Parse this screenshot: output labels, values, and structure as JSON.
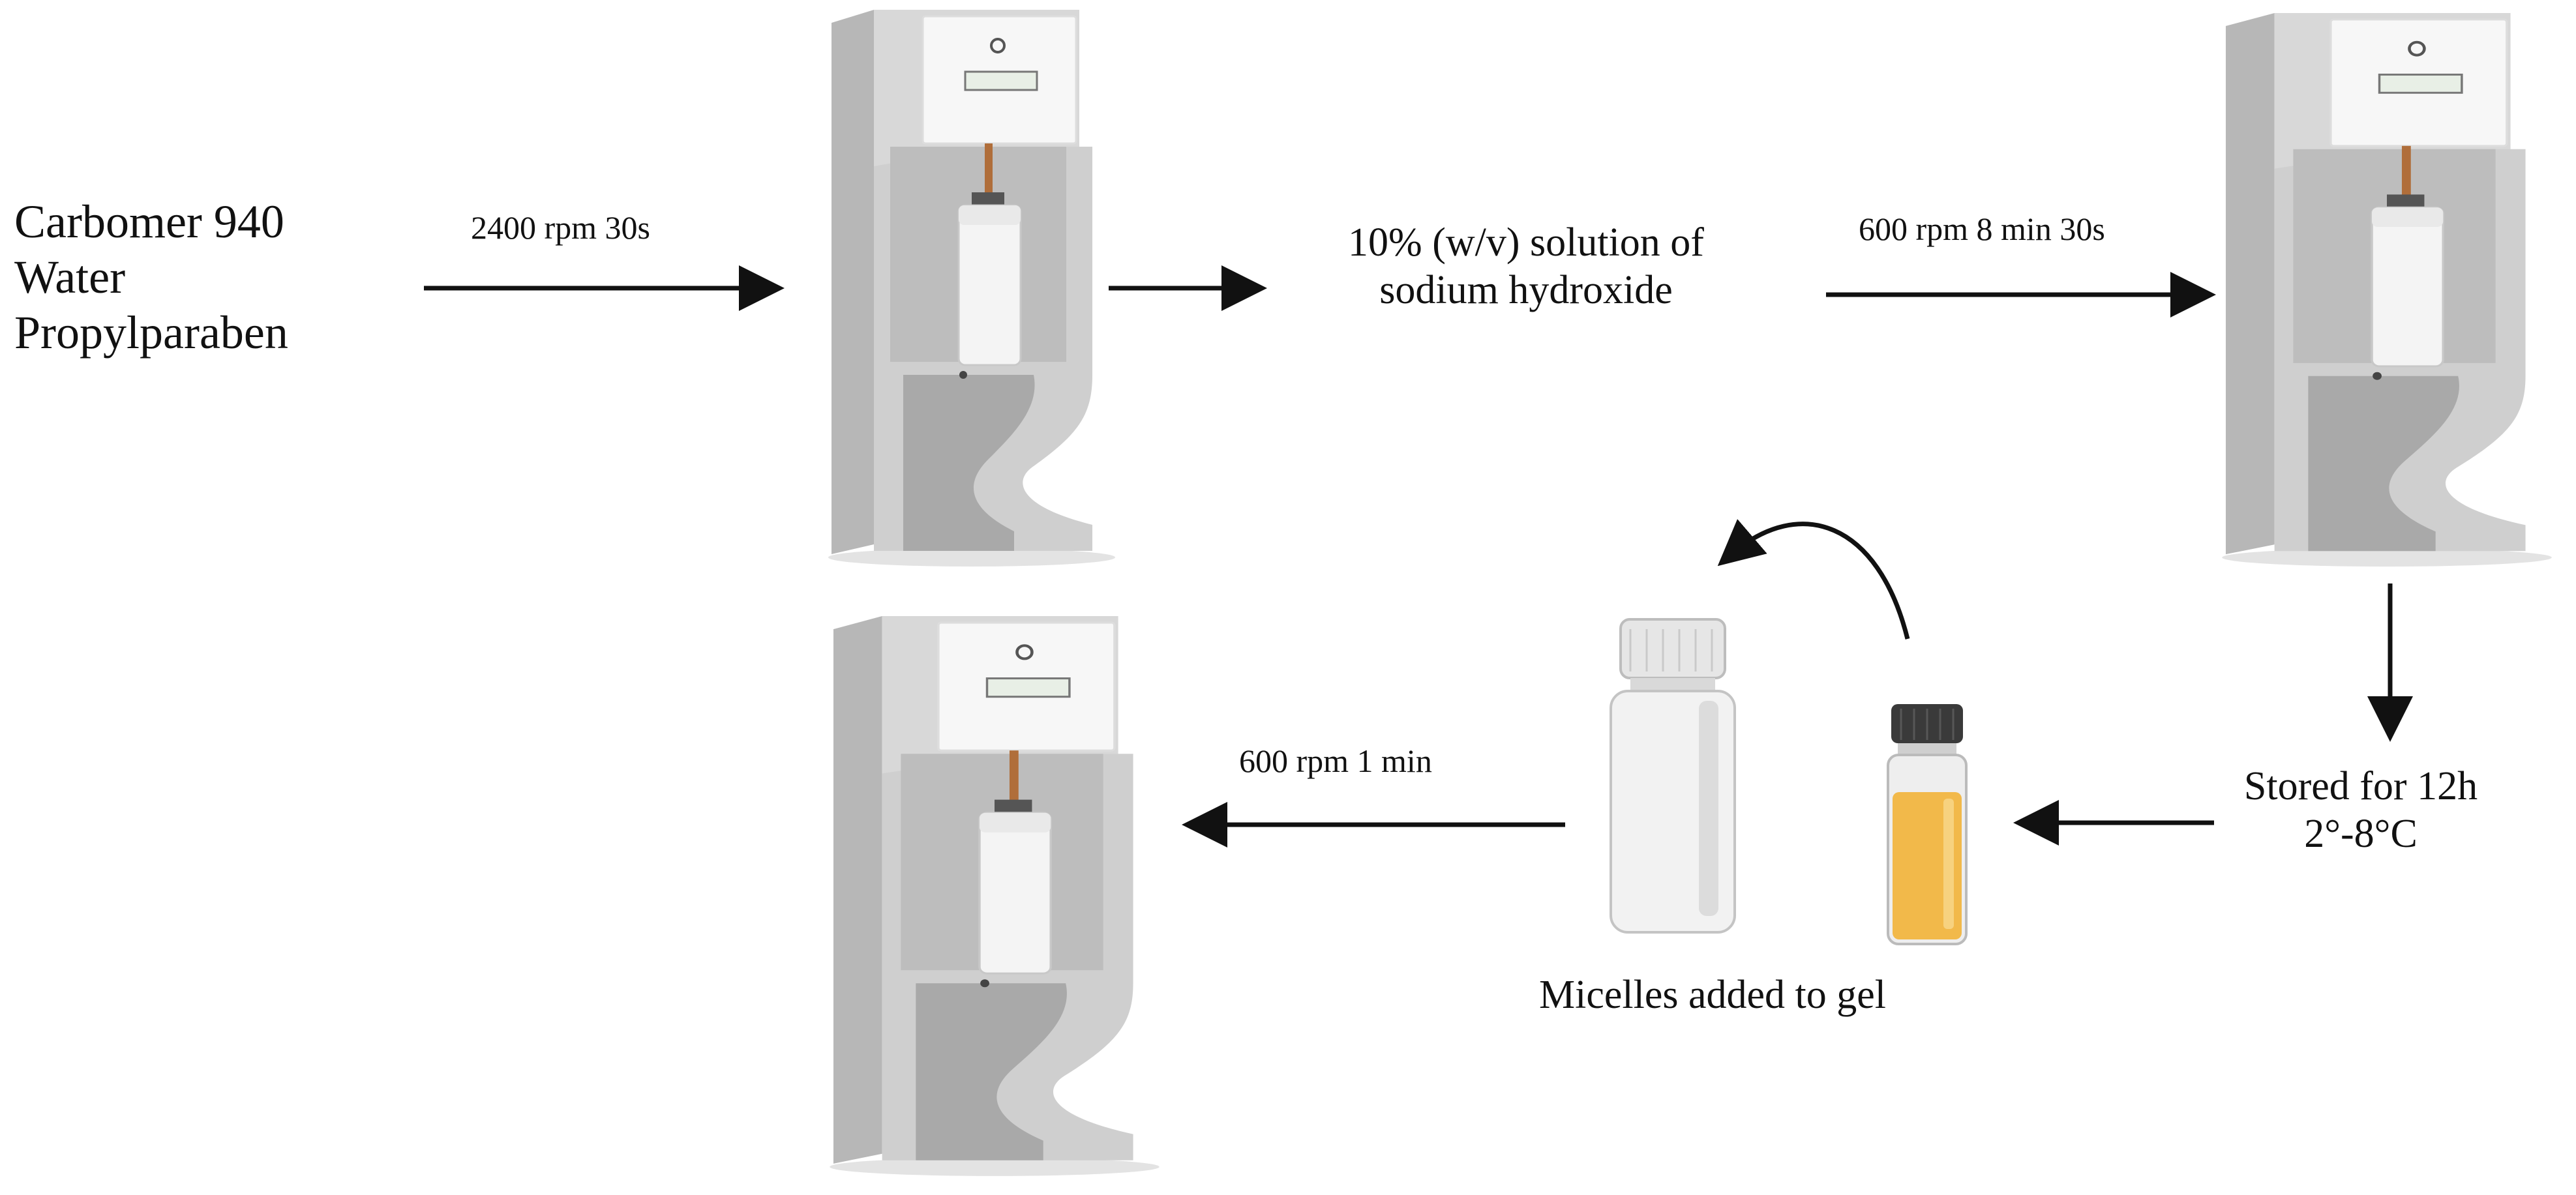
{
  "title": "",
  "ingredients": {
    "line1": "Carbomer 940",
    "line2": "Water",
    "line3": "Propylparaben"
  },
  "steps": {
    "mix1_label": "2400 rpm 30s",
    "naoh_line1": "10% (w/v) solution of",
    "naoh_line2": "sodium hydroxide",
    "mix2_label": "600 rpm 8 min 30s",
    "storage_line1": "Stored for 12h",
    "storage_line2": "2°-8°C",
    "micelles_label": "Micelles added to gel",
    "mix3_label": "600 rpm 1 min"
  },
  "colors": {
    "arrow": "#111111",
    "mixer_body": "#c9c9c9",
    "mixer_head": "#f7f7f7",
    "vial_liquid": "#f2b94a",
    "vial_cap": "#3a3a3a"
  },
  "icons": {
    "mixer": "speedmixer-icon",
    "bottle": "white-bottle-icon",
    "vial": "amber-vial-icon"
  }
}
